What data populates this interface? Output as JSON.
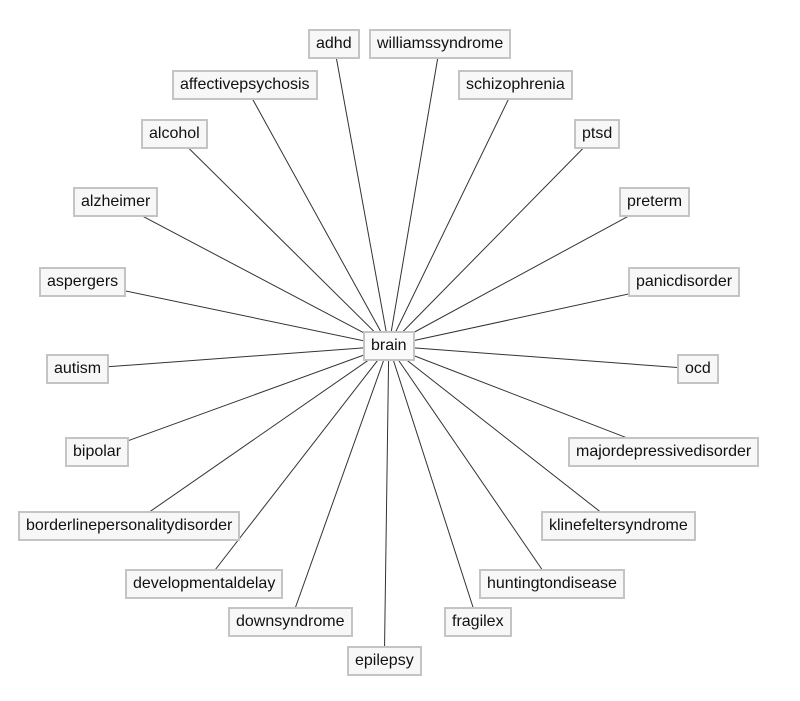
{
  "diagram": {
    "center": {
      "id": "brain",
      "label": "brain"
    },
    "nodes": [
      {
        "id": "adhd",
        "label": "adhd"
      },
      {
        "id": "williamssyndrome",
        "label": "williamssyndrome"
      },
      {
        "id": "affectivepsychosis",
        "label": "affectivepsychosis"
      },
      {
        "id": "schizophrenia",
        "label": "schizophrenia"
      },
      {
        "id": "alcohol",
        "label": "alcohol"
      },
      {
        "id": "ptsd",
        "label": "ptsd"
      },
      {
        "id": "alzheimer",
        "label": "alzheimer"
      },
      {
        "id": "preterm",
        "label": "preterm"
      },
      {
        "id": "aspergers",
        "label": "aspergers"
      },
      {
        "id": "panicdisorder",
        "label": "panicdisorder"
      },
      {
        "id": "autism",
        "label": "autism"
      },
      {
        "id": "ocd",
        "label": "ocd"
      },
      {
        "id": "bipolar",
        "label": "bipolar"
      },
      {
        "id": "majordepressivedisorder",
        "label": "majordepressivedisorder"
      },
      {
        "id": "borderlinepersonalitydisorder",
        "label": "borderlinepersonalitydisorder"
      },
      {
        "id": "klinefeltersyndrome",
        "label": "klinefeltersyndrome"
      },
      {
        "id": "developmentaldelay",
        "label": "developmentaldelay"
      },
      {
        "id": "huntingtondisease",
        "label": "huntingtondisease"
      },
      {
        "id": "downsyndrome",
        "label": "downsyndrome"
      },
      {
        "id": "fragilex",
        "label": "fragilex"
      },
      {
        "id": "epilepsy",
        "label": "epilepsy"
      }
    ],
    "edges": [
      [
        "brain",
        "adhd"
      ],
      [
        "brain",
        "williamssyndrome"
      ],
      [
        "brain",
        "affectivepsychosis"
      ],
      [
        "brain",
        "schizophrenia"
      ],
      [
        "brain",
        "alcohol"
      ],
      [
        "brain",
        "ptsd"
      ],
      [
        "brain",
        "alzheimer"
      ],
      [
        "brain",
        "preterm"
      ],
      [
        "brain",
        "aspergers"
      ],
      [
        "brain",
        "panicdisorder"
      ],
      [
        "brain",
        "autism"
      ],
      [
        "brain",
        "ocd"
      ],
      [
        "brain",
        "bipolar"
      ],
      [
        "brain",
        "majordepressivedisorder"
      ],
      [
        "brain",
        "borderlinepersonalitydisorder"
      ],
      [
        "brain",
        "klinefeltersyndrome"
      ],
      [
        "brain",
        "developmentaldelay"
      ],
      [
        "brain",
        "huntingtondisease"
      ],
      [
        "brain",
        "downsyndrome"
      ],
      [
        "brain",
        "fragilex"
      ],
      [
        "brain",
        "epilepsy"
      ]
    ],
    "colors": {
      "edge": "#333333",
      "node_border": "#c4c4c4",
      "node_fill": "#f7f7f7",
      "text": "#111111"
    }
  }
}
